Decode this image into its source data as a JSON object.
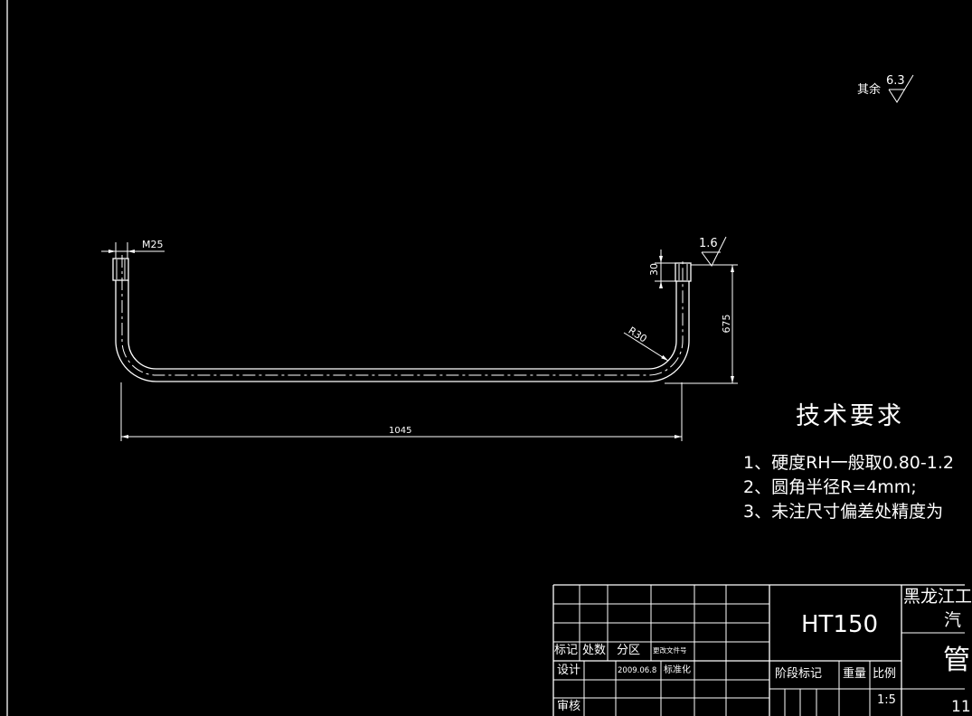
{
  "colors": {
    "background": "#000000",
    "line": "#ffffff"
  },
  "drawing": {
    "dimensions": {
      "thread": "M25",
      "end_length": "30",
      "height": "675",
      "bend_radius": "R30",
      "overall_length": "1045"
    },
    "roughness": {
      "general_label": "其余",
      "general_value": "6.3",
      "local_value": "1.6"
    }
  },
  "tech_requirements": {
    "title": "技术要求",
    "items": [
      "1、硬度RH一般取0.80-1.2",
      "2、圆角半径R=4mm;",
      "3、未注尺寸偏差处精度为"
    ]
  },
  "title_block": {
    "labels": {
      "mark": "标记",
      "count": "处数",
      "zone": "分区",
      "change_doc": "更改文件号",
      "design": "设计",
      "date": "2009.06.8",
      "standardize": "标准化",
      "review": "审核"
    },
    "material": "HT150",
    "stage_mark": "阶段标记",
    "weight": "重量",
    "scale_label": "比例",
    "scale": "1:5",
    "org_line1": "黑龙江工",
    "org_line2": "汽",
    "part_name": "管",
    "drawing_no": "11"
  }
}
